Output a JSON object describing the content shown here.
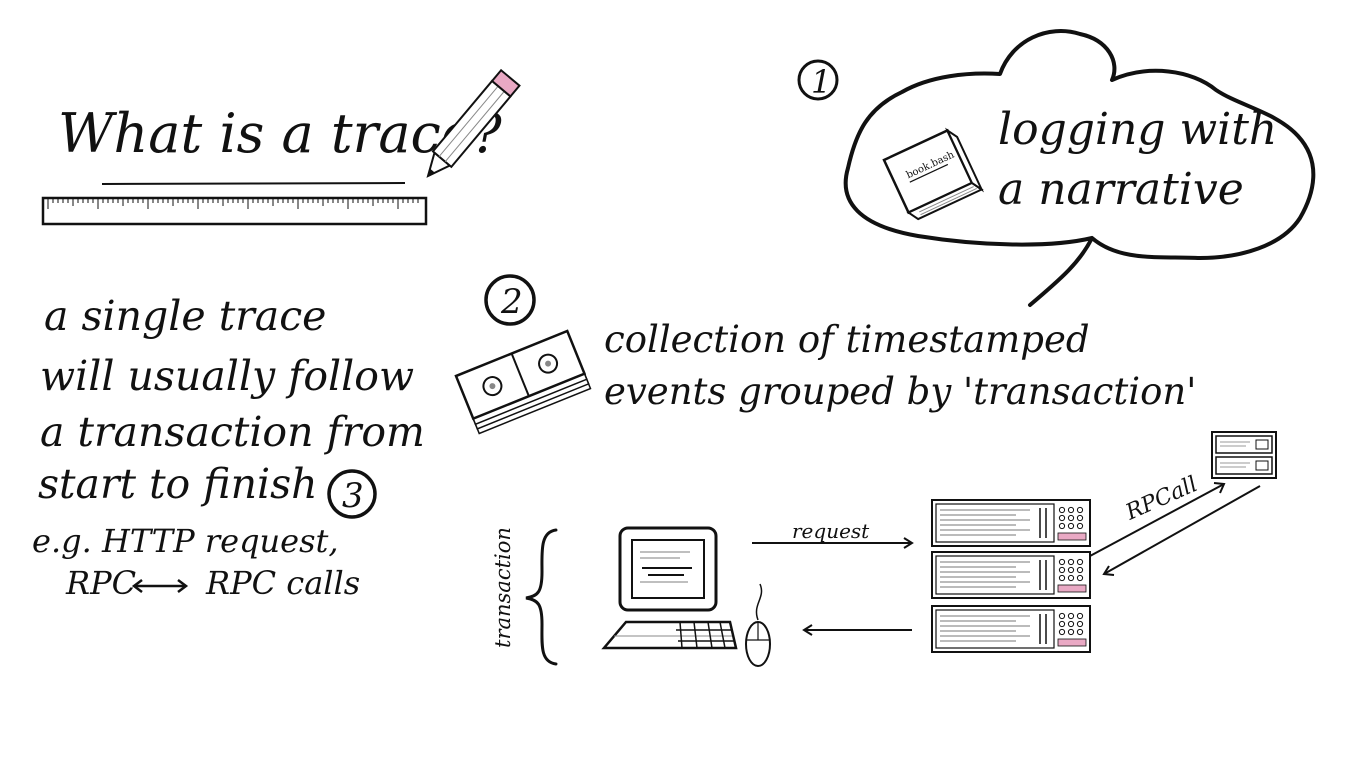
{
  "title": "What is a trace?",
  "step1": {
    "number": "1",
    "book_label": "book.bash",
    "text_line1": "logging with",
    "text_line2": "a narrative"
  },
  "step2": {
    "number": "2",
    "text_line1": "collection of timestamped",
    "text_line2": "events grouped by 'transaction'"
  },
  "step3": {
    "number": "3",
    "lines": [
      "a single trace",
      "will usually follow",
      "a transaction from",
      "start to finish"
    ],
    "example_line1": "e.g. HTTP request,",
    "example_left": "RPC",
    "example_right": "RPC calls"
  },
  "diagram": {
    "bracket_label": "transaction",
    "request_label": "request",
    "rpc_label": "RPCall"
  },
  "colors": {
    "ink": "#111111",
    "pink": "#e9a9c4",
    "gray": "#9a9a9a"
  }
}
